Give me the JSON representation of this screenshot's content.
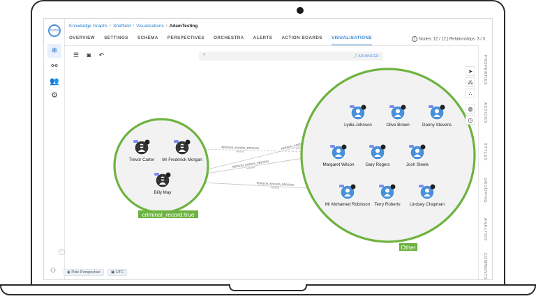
{
  "breadcrumb": {
    "items": [
      "Knowledge Graphs",
      "Sheffield",
      "Visualisations"
    ],
    "current": "AdamTesting"
  },
  "logo": {
    "text": "hume"
  },
  "nav_tabs": [
    "OVERVIEW",
    "SETTINGS",
    "SCHEMA",
    "PERSPECTIVES",
    "ORCHESTRA",
    "ALERTS",
    "ACTION BOARDS",
    "VISUALISATIONS"
  ],
  "active_tab": "VISUALISATIONS",
  "stats": {
    "text": "Nodes: 12 / 12 | Relationships: 3 / 3"
  },
  "search": {
    "advanced_label": "ADVANCED"
  },
  "right_panel": [
    "PROPERTIES",
    "ACTIONS",
    "STYLES",
    "GROUPING",
    "ANALYSIS",
    "COMMENTS"
  ],
  "bottom": {
    "perspective": "Pole Perspective",
    "timezone": "UTC"
  },
  "groups": {
    "criminal": {
      "label": "criminal_record:true",
      "color": "#6db33f"
    },
    "other": {
      "label": "Other",
      "color": "#6db33f"
    }
  },
  "nodes_criminal": [
    {
      "id": "trevor",
      "label": "Trevor Carter"
    },
    {
      "id": "frederick",
      "label": "Mr Frederick Morgan"
    },
    {
      "id": "billy",
      "label": "Billy May"
    }
  ],
  "nodes_other": [
    {
      "id": "lydia",
      "label": "Lydia Johnson"
    },
    {
      "id": "olive",
      "label": "Olive Brown"
    },
    {
      "id": "danny",
      "label": "Danny Stevens"
    },
    {
      "id": "margaret",
      "label": "Margaret Wilson"
    },
    {
      "id": "gary",
      "label": "Gary Rogers"
    },
    {
      "id": "josh",
      "label": "Josh Steele"
    },
    {
      "id": "mohamed",
      "label": "Mr Mohamed Robinson"
    },
    {
      "id": "terry",
      "label": "Terry Roberts"
    },
    {
      "id": "lindsey",
      "label": "Lindsey Chapman"
    }
  ],
  "edges": [
    {
      "from": "billy",
      "to": "danny",
      "label": "PERSON_KNOWS_PERSON",
      "sublabel": "interest"
    },
    {
      "from": "trevor",
      "to": "margaret",
      "label": "PERSON_KNOWS_PERSON",
      "sublabel": "interest"
    },
    {
      "from": "billy",
      "to": "margaret",
      "label": "PERSON_KNOWS_PERSON",
      "sublabel": "interest"
    },
    {
      "from": "billy",
      "to": "terry",
      "label": "PERSON_KNOWS_PERSON",
      "sublabel": "interest"
    }
  ],
  "colors": {
    "accent": "#2f80d1",
    "node_person": "#4a90d9",
    "node_criminal": "#333333",
    "group": "#6db33f",
    "badge": "#7a8ff0"
  }
}
